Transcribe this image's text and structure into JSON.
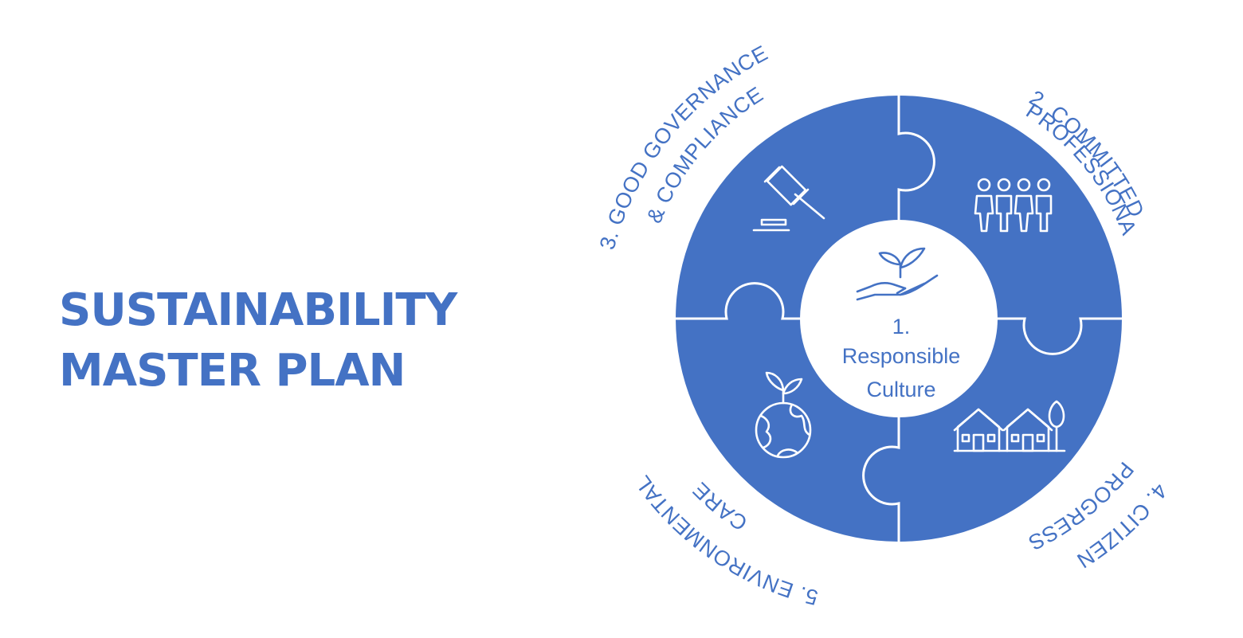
{
  "title": {
    "line1": "SUSTAINABILITY",
    "line2": "MASTER PLAN"
  },
  "center": {
    "icon": "hand-plant-icon",
    "line1": "1.",
    "line2": "Responsible",
    "line3": "Culture"
  },
  "pillars": [
    {
      "number": "2.",
      "line1": "2. COMMITTED",
      "line2": "PROFESSIONALS",
      "icon": "people-icon"
    },
    {
      "number": "3.",
      "line1": "3. GOOD GOVERNANCE",
      "line2": "& COMPLIANCE",
      "icon": "gavel-icon"
    },
    {
      "number": "4.",
      "line1": "4. CITIZEN",
      "line2": "PROGRESS",
      "icon": "houses-icon"
    },
    {
      "number": "5.",
      "line1": "5. ENVIRONMENTAL",
      "line2": "CARE",
      "icon": "earth-sprout-icon"
    }
  ],
  "colors": {
    "primary": "#4472c4",
    "background": "#ffffff",
    "outline": "#ffffff"
  }
}
